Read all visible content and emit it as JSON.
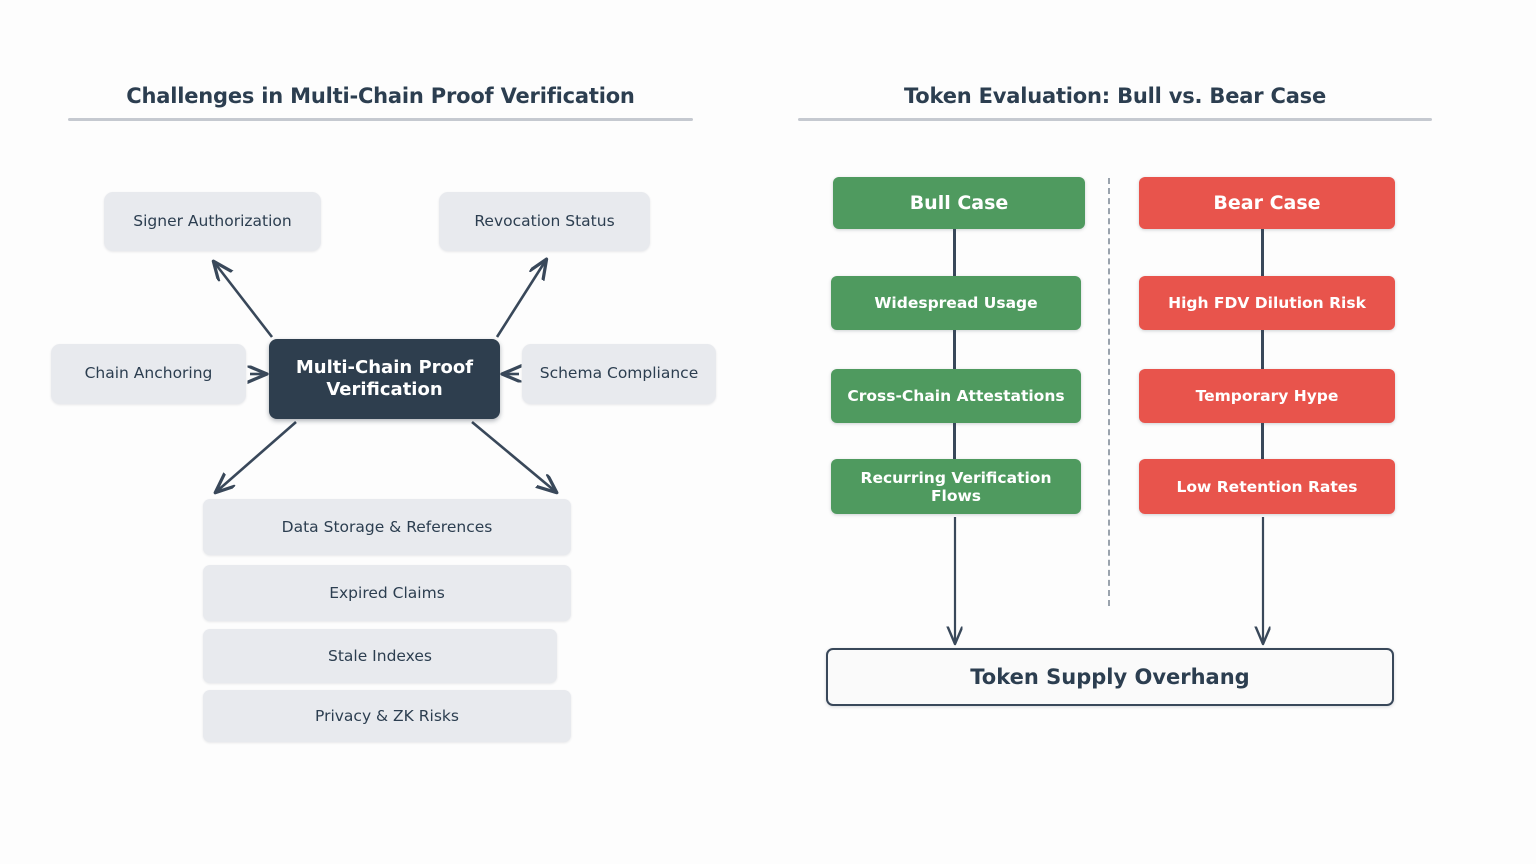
{
  "left_panel": {
    "title": "Challenges in Multi-Chain Proof Verification",
    "center_node": "Multi-Chain Proof Verification",
    "radial_nodes": [
      {
        "label": "Signer Authorization",
        "position": "top-left"
      },
      {
        "label": "Revocation Status",
        "position": "top-right"
      },
      {
        "label": "Chain Anchoring",
        "position": "left"
      },
      {
        "label": "Schema Compliance",
        "position": "right"
      }
    ],
    "stack_nodes": [
      {
        "label": "Data Storage & References"
      },
      {
        "label": "Expired Claims"
      },
      {
        "label": "Stale Indexes"
      },
      {
        "label": "Privacy & ZK Risks"
      }
    ]
  },
  "right_panel": {
    "title": "Token Evaluation: Bull vs. Bear Case",
    "bull_column": {
      "header": "Bull Case",
      "items": [
        "Widespread Usage",
        "Cross-Chain Attestations",
        "Recurring Verification Flows"
      ]
    },
    "bear_column": {
      "header": "Bear Case",
      "items": [
        "High FDV Dilution Risk",
        "Temporary Hype",
        "Low Retention Rates"
      ]
    },
    "outcome": "Token Supply Overhang"
  },
  "colors": {
    "background": "#fdfdfd",
    "node_fill": "#e8eaee",
    "center_fill": "#2e3e4e",
    "bull_green": "#4f9a5f",
    "bear_red": "#e8544c",
    "text_dark": "#2c3e50",
    "rule": "#c5c9d0",
    "arrow": "#39485a"
  }
}
